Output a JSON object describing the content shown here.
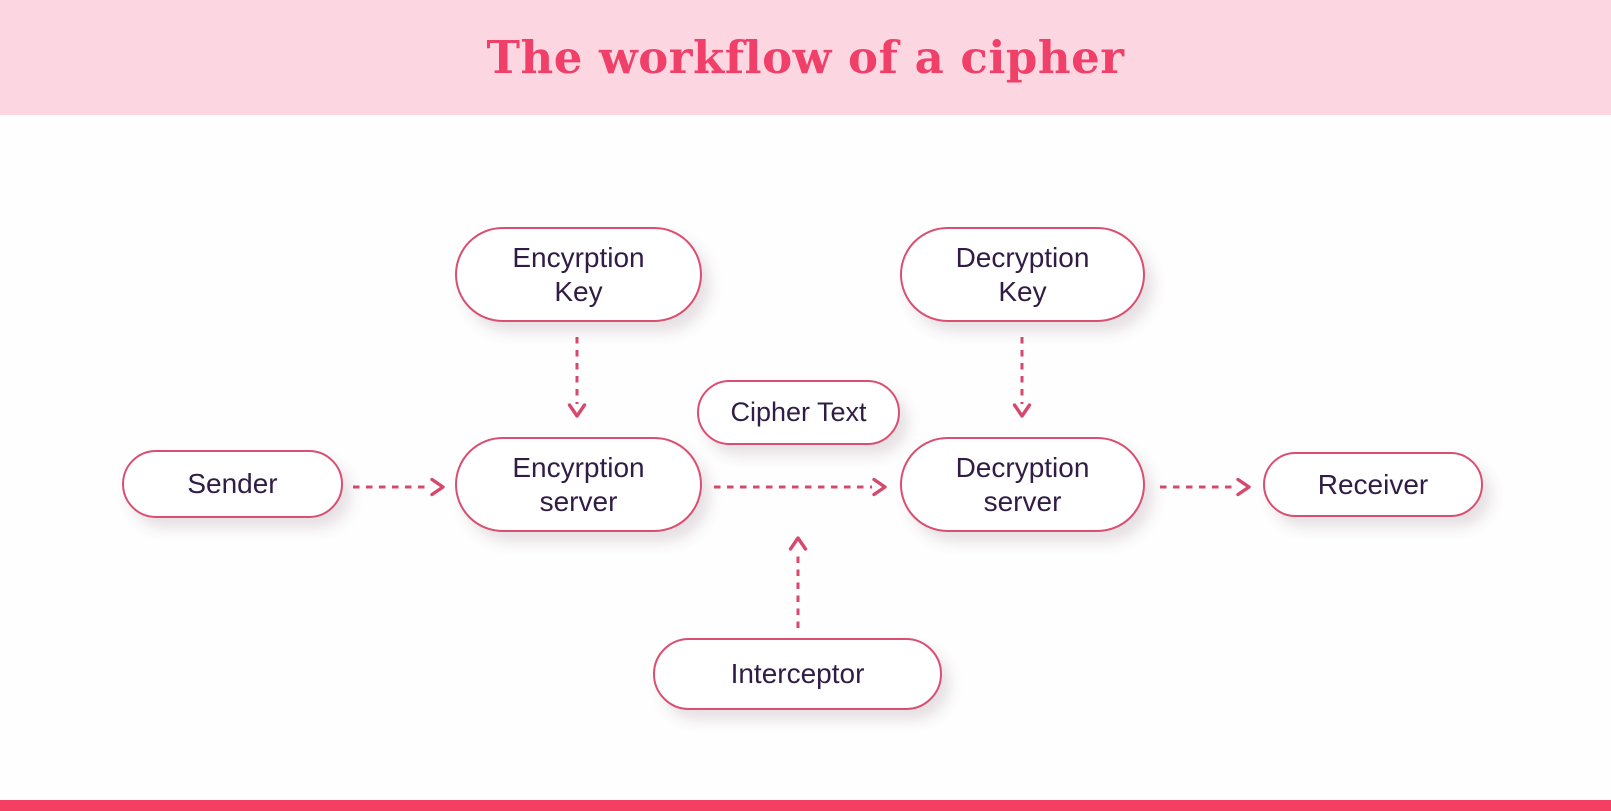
{
  "title": "The workflow of a cipher",
  "colors": {
    "header_bg": "#fcd7e1",
    "title": "#f03f68",
    "node_border": "#d94f72",
    "node_text": "#301c44",
    "node_fill": "#ffffff",
    "arrow": "#d6496e",
    "footer_bar": "#f43f63",
    "canvas_bg": "#fefefe"
  },
  "diagram": {
    "nodes": [
      {
        "id": "encryption-key",
        "label": "Encyrption Key"
      },
      {
        "id": "decryption-key",
        "label": "Decryption Key"
      },
      {
        "id": "sender",
        "label": "Sender"
      },
      {
        "id": "encryption-server",
        "label": "Encyrption server"
      },
      {
        "id": "cipher-text",
        "label": "Cipher Text"
      },
      {
        "id": "decryption-server",
        "label": "Decryption server"
      },
      {
        "id": "receiver",
        "label": "Receiver"
      },
      {
        "id": "interceptor",
        "label": "Interceptor"
      }
    ],
    "edges": [
      {
        "from": "sender",
        "to": "encryption-server",
        "style": "dashed-arrow"
      },
      {
        "from": "encryption-key",
        "to": "encryption-server",
        "style": "dashed-arrow"
      },
      {
        "from": "encryption-server",
        "to": "decryption-server",
        "style": "dashed-arrow",
        "passes_under": "Cipher Text"
      },
      {
        "from": "decryption-key",
        "to": "decryption-server",
        "style": "dashed-arrow"
      },
      {
        "from": "decryption-server",
        "to": "receiver",
        "style": "dashed-arrow"
      },
      {
        "from": "interceptor",
        "to": "encryption-server-decryption-server-link",
        "style": "dashed-arrow"
      }
    ]
  }
}
